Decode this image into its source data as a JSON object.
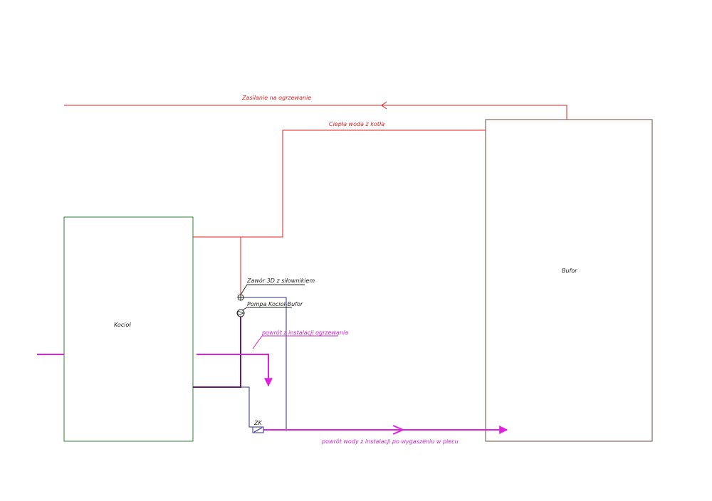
{
  "colors": {
    "supply_red": "#e02020",
    "return_magenta": "#e020e0",
    "dark_purple": "#6a1a6a",
    "blue": "#2a2aa0",
    "boiler_green": "#2e7d32",
    "buffer_brown": "#6b4a3a",
    "text_dark": "#222222",
    "text_magenta": "#d020d0"
  },
  "components": {
    "boiler": {
      "label": "Kocioł"
    },
    "buffer": {
      "label": "Bufor"
    },
    "valve_3d": {
      "label": "Zawór 3D z siłownikiem"
    },
    "pump": {
      "label": "Pompa Kocioł-Bufor"
    },
    "zk": {
      "label": "ZK"
    }
  },
  "pipes": {
    "heating_supply": {
      "label": "Zasilanie na ogrzewanie"
    },
    "hot_water_from_boiler": {
      "label": "Ciepła woda z kotła"
    },
    "heating_return": {
      "label": "powrót z instalacji ogrzewania"
    },
    "return_after_extinguish": {
      "label": "powrót wody z instalacji  po wygaszeniu w piecu"
    }
  }
}
